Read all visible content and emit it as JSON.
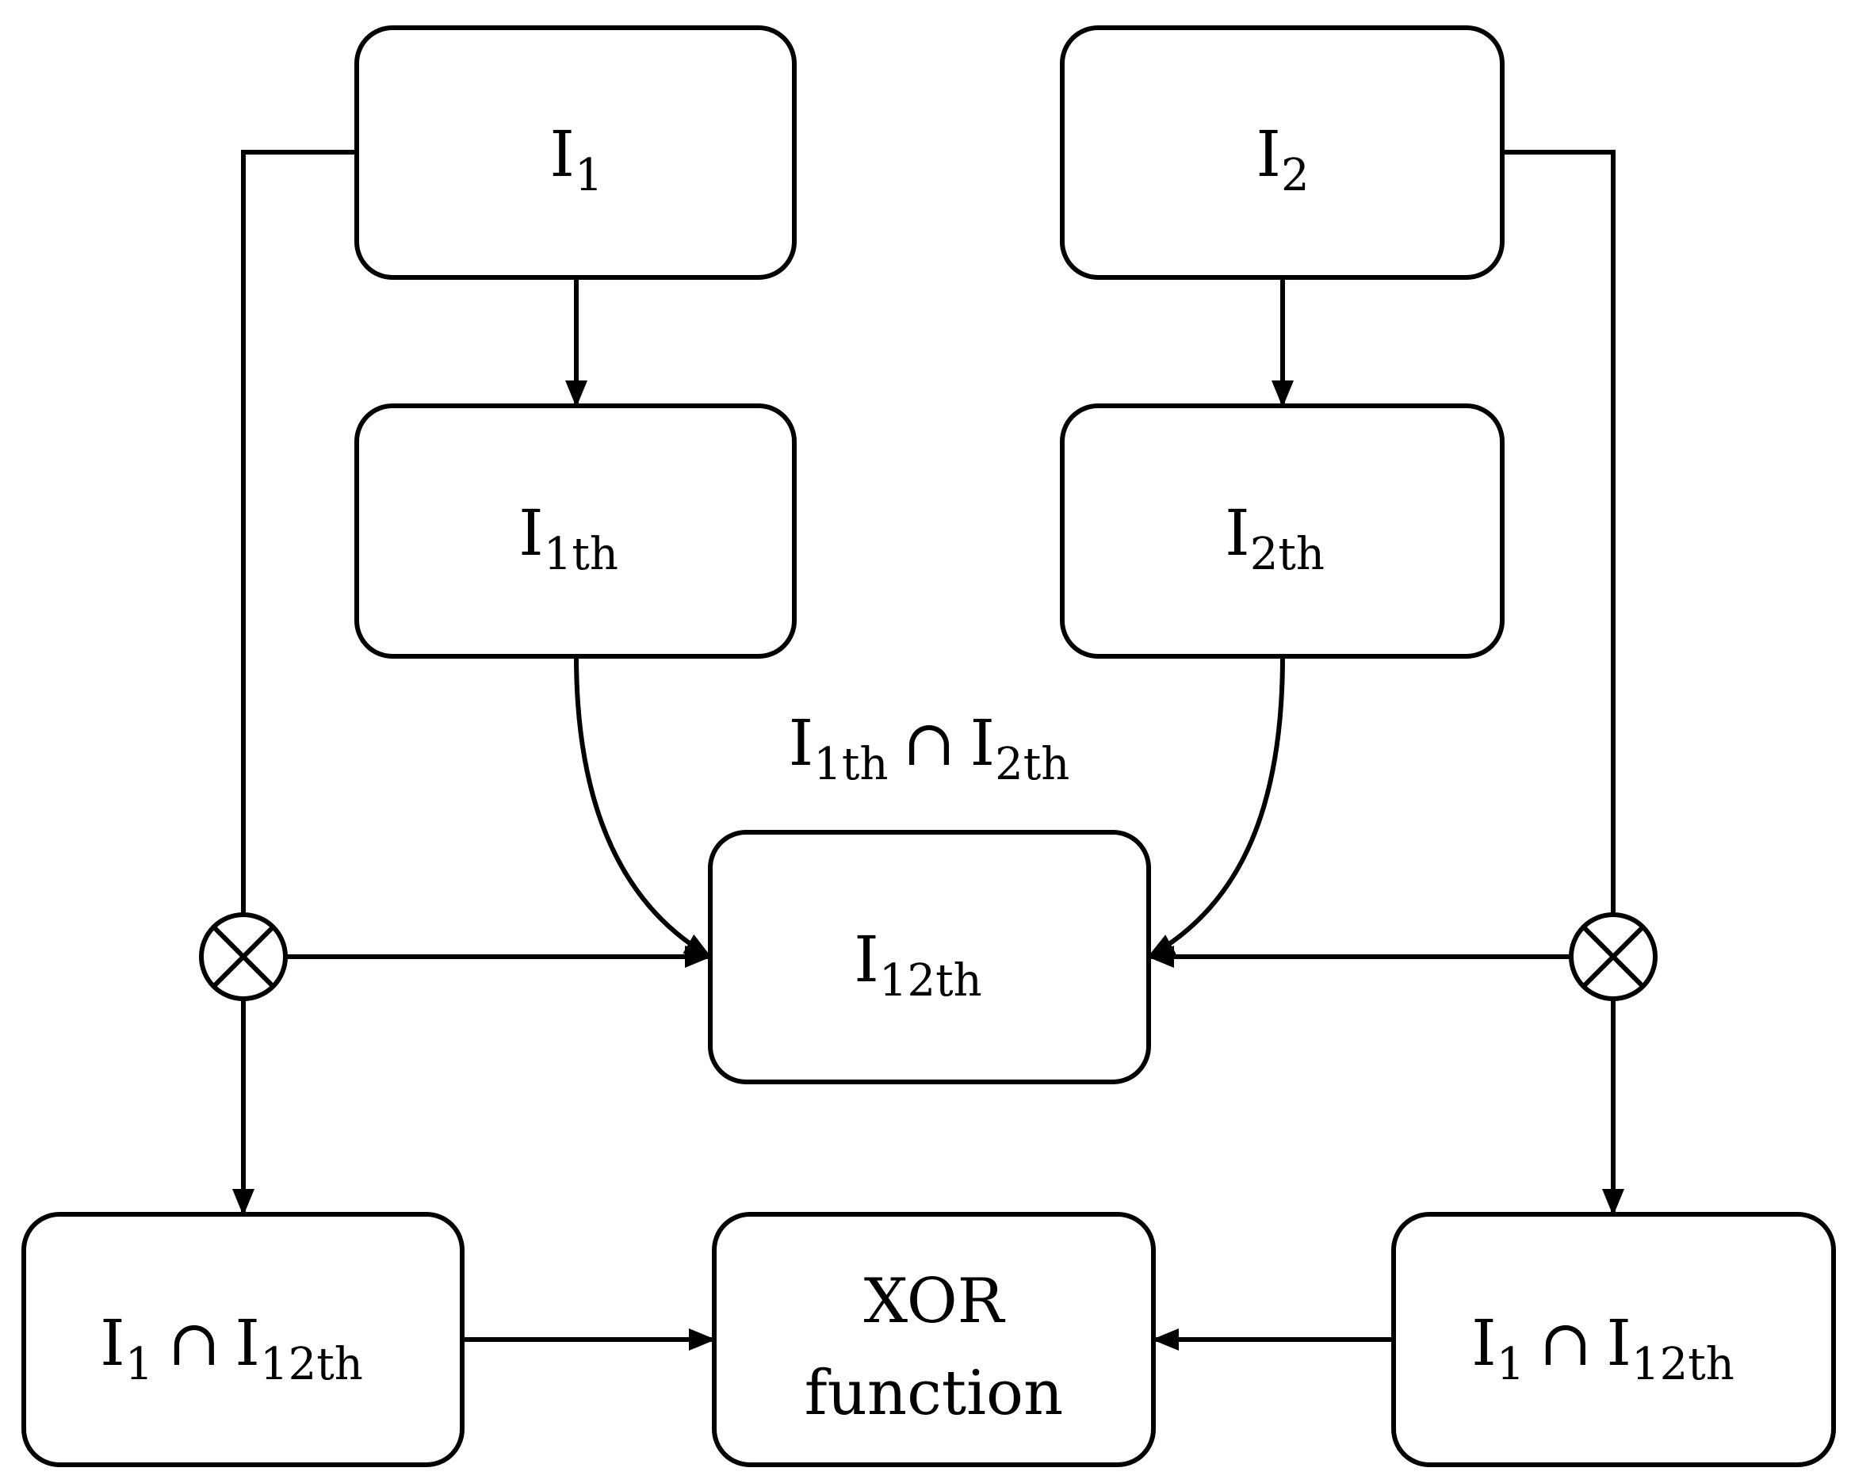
{
  "nodes": {
    "i1": {
      "base": "I",
      "sub": "1"
    },
    "i2": {
      "base": "I",
      "sub": "2"
    },
    "i1th": {
      "base": "I",
      "sub": "1th"
    },
    "i2th": {
      "base": "I",
      "sub": "2th"
    },
    "i12th": {
      "base": "I",
      "sub": "12th"
    },
    "left_out": {
      "a_base": "I",
      "a_sub": "1",
      "op": "∩",
      "b_base": "I",
      "b_sub": "12th"
    },
    "right_out": {
      "a_base": "I",
      "a_sub": "1",
      "op": "∩",
      "b_base": "I",
      "b_sub": "12th"
    },
    "xor": {
      "line1": "XOR",
      "line2": "function"
    }
  },
  "edge_labels": {
    "intersection": {
      "a_base": "I",
      "a_sub": "1th",
      "op": "∩",
      "b_base": "I",
      "b_sub": "2th"
    }
  },
  "operators": {
    "multiply_symbol": "⊗"
  }
}
